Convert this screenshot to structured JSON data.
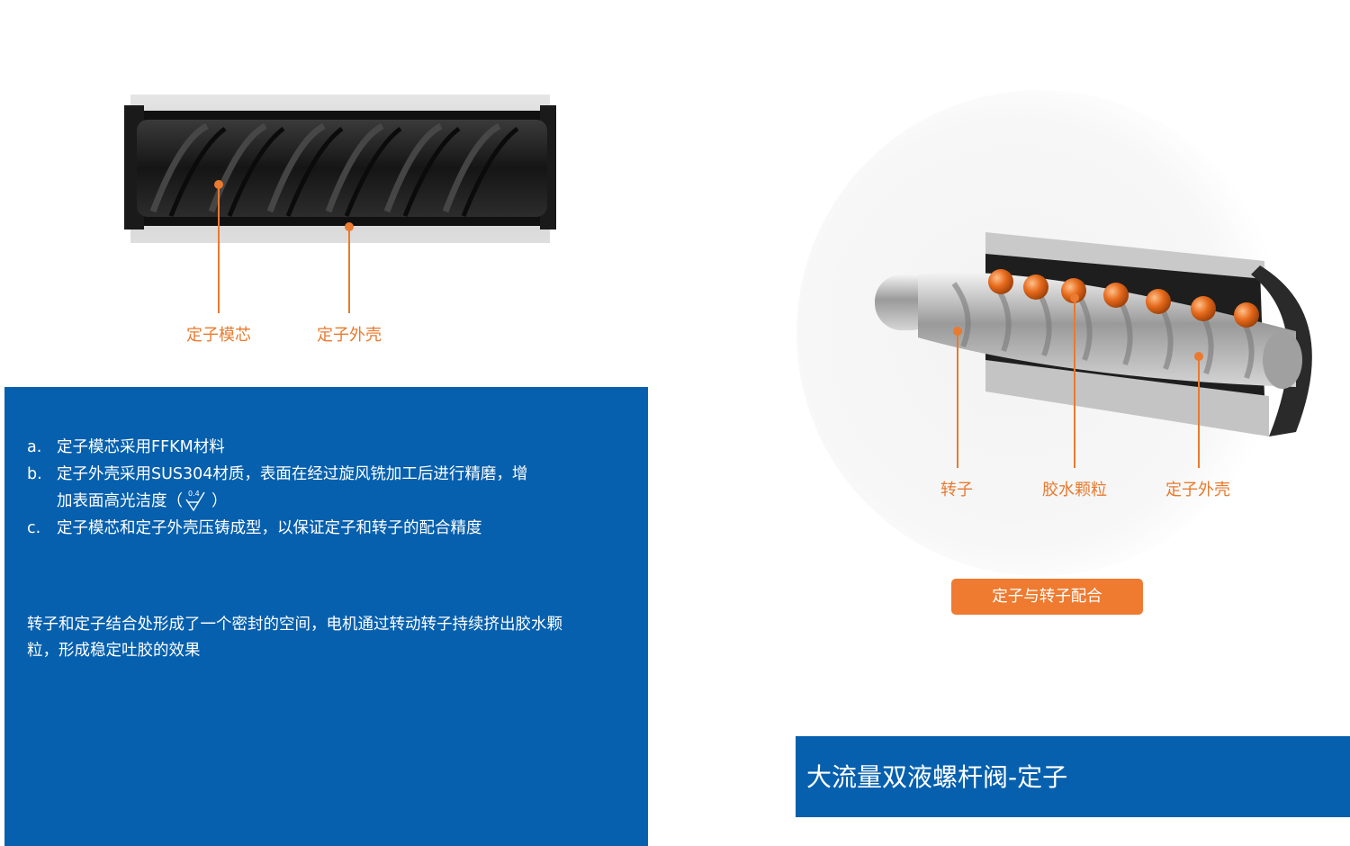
{
  "stator_figure": {
    "labels": {
      "core": "定子模芯",
      "shell": "定子外壳"
    }
  },
  "assembly_figure": {
    "labels": {
      "rotor": "转子",
      "glue": "胶水颗粒",
      "shell": "定子外壳"
    },
    "button_label": "定子与转子配合"
  },
  "features": [
    {
      "marker": "a.",
      "text": "定子模芯采用FFKM材料"
    },
    {
      "marker": "b.",
      "text": "定子外壳采用SUS304材质，表面在经过旋风铣加工后进行精磨，增",
      "text_cont": "加表面高光洁度（",
      "text_end": "）",
      "roughness": "0.4"
    },
    {
      "marker": "c.",
      "text": "定子模芯和定子外壳压铸成型，以保证定子和转子的配合精度"
    }
  ],
  "description": "转子和定子结合处形成了一个密封的空间，电机通过转动转子持续挤出胶水颗粒，形成稳定吐胶的效果",
  "title": "大流量双液螺杆阀-定子",
  "colors": {
    "accent_orange": "#e97a2f",
    "brand_blue": "#0660ae"
  }
}
